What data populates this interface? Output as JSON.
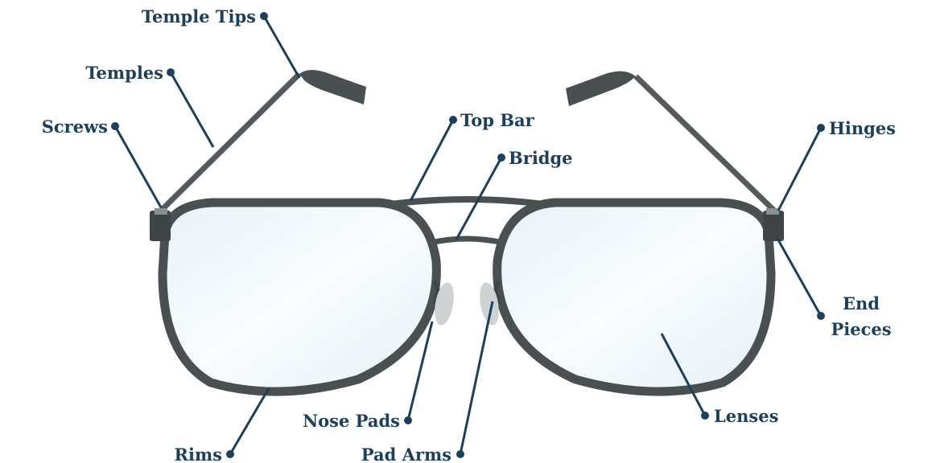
{
  "labels": {
    "temple_tips": "Temple Tips",
    "temples": "Temples",
    "screws": "Screws",
    "top_bar": "Top Bar",
    "bridge": "Bridge",
    "hinges": "Hinges",
    "end_pieces_1": "End",
    "end_pieces_2": "Pieces",
    "lenses": "Lenses",
    "nose_pads": "Nose Pads",
    "pad_arms": "Pad Arms",
    "rims": "Rims"
  },
  "colors": {
    "label": "#1d3f5a",
    "frame": "#4a4f52",
    "lens": "#eef6fa"
  }
}
